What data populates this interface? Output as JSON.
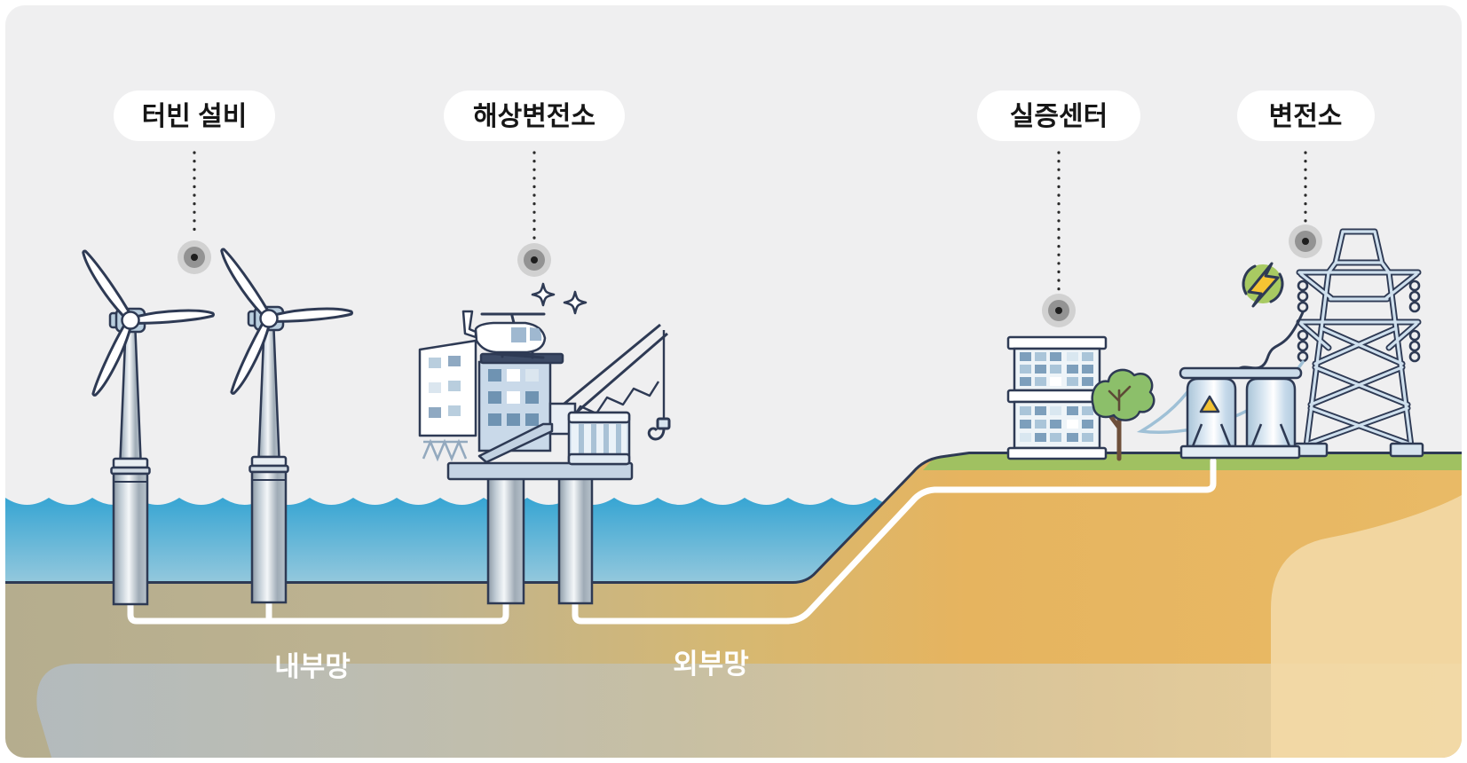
{
  "scene": {
    "title": "offshore-wind-farm-grid-diagram",
    "callouts": [
      {
        "id": "turbine",
        "label": "터빈 설비"
      },
      {
        "id": "offshore-substation",
        "label": "해상변전소"
      },
      {
        "id": "demo-center",
        "label": "실증센터"
      },
      {
        "id": "substation",
        "label": "변전소"
      }
    ],
    "cables": [
      {
        "id": "internal-network",
        "label": "내부망"
      },
      {
        "id": "external-network",
        "label": "외부망"
      }
    ]
  },
  "colors": {
    "canvas_bg": "#efeff0",
    "outline": "#2e3a54",
    "sea_top": "#37a5d3",
    "sea_bottom": "#96c9dd",
    "seabed_left": "#b5ad8e",
    "land_right": "#e6b45f",
    "deep_layer_left": "#b3bcc2",
    "deep_layer_right": "#ecd5a4",
    "grass": "#a0c161",
    "cable": "#ffffff",
    "bubble": "#ffffff",
    "lightning_green": "#a8ca62",
    "lightning_yellow": "#f6c433",
    "tree_green": "#8cbf6a",
    "steel_light": "#f4f7f9",
    "steel_dark": "#8d9aa6",
    "structure_blue": "#c9d9e9"
  }
}
